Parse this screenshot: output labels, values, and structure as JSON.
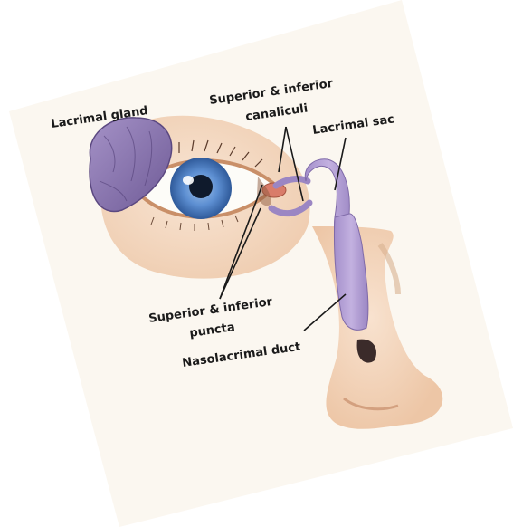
{
  "labels": {
    "lacrimal_gland": "Lacrimal gland",
    "canaliculi_line1": "Superior & inferior",
    "canaliculi_line2": "canaliculi",
    "lacrimal_sac": "Lacrimal sac",
    "puncta_line1": "Superior & inferior",
    "puncta_line2": "puncta",
    "nasolacrimal_duct": "Nasolacrimal duct"
  },
  "colors": {
    "card": "#fbf7f0",
    "skin": "#f5d6bd",
    "skin_shadow": "#e2b595",
    "duct_purple": "#b49fd0",
    "gland_purple": "#8d78b2",
    "iris_blue": "#4a78c0",
    "leader_line": "#1a1a1a"
  }
}
